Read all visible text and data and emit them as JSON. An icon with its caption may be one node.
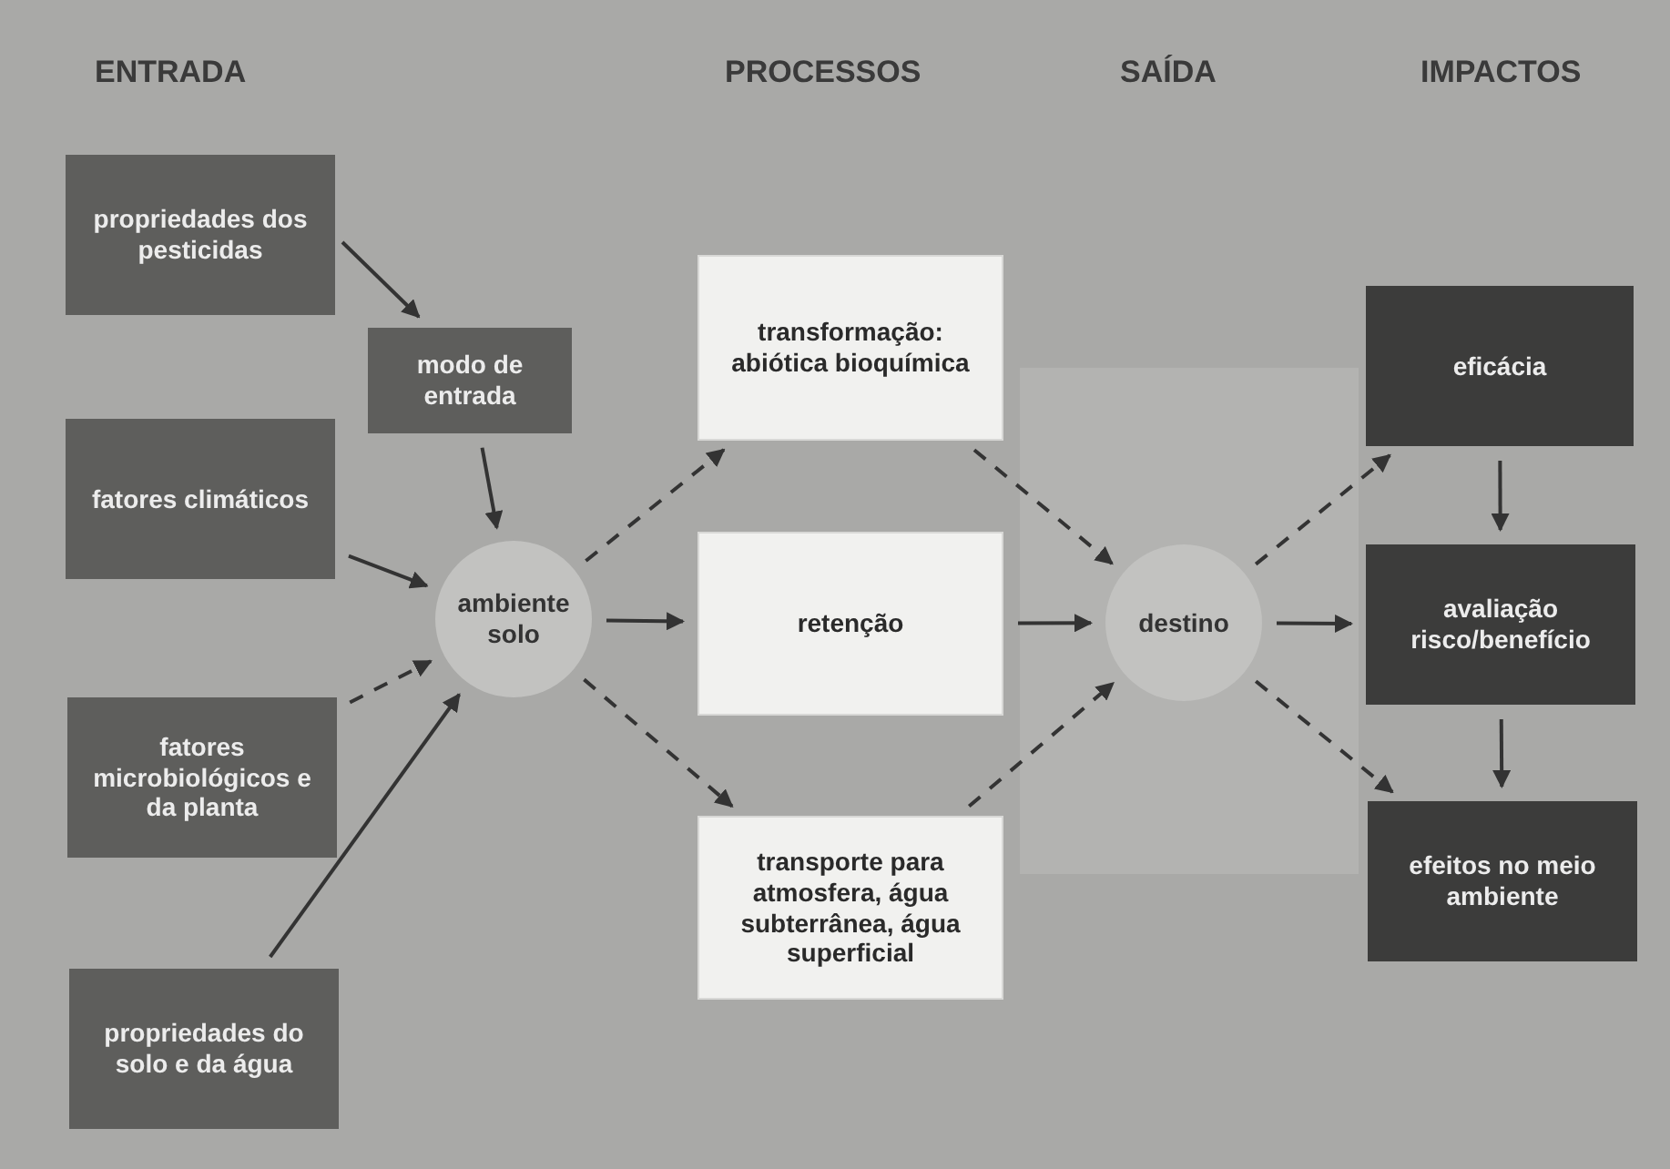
{
  "diagram": {
    "nodes": [
      {
        "text": [
          "propriedades dos pesticidas"
        ]
      },
      {
        "text": [
          "modo de entrada"
        ]
      },
      {
        "text": [
          "fatores climáticos"
        ]
      },
      {
        "text": [
          "ambiente solo"
        ]
      },
      {
        "text": [
          "fatores microbiológicos e da planta"
        ]
      },
      {
        "text": [
          "propriedades do solo e da água"
        ]
      },
      {
        "text": [
          "transformação: abiótica bioquímica"
        ]
      },
      {
        "text": [
          "retenção"
        ]
      },
      {
        "text": [
          "transporte para atmosfera, água subterrânea, água superficial"
        ]
      },
      {
        "text": [
          "destino"
        ]
      },
      {
        "text": [
          "eficácia"
        ]
      },
      {
        "text": [
          "avaliação risco/benefício"
        ]
      },
      {
        "text": [
          "efeitos no meio ambiente"
        ]
      }
    ],
    "edges": [
      {
        "from": 0,
        "to": 1,
        "arrow": "to"
      },
      {
        "from": 1,
        "to": 3,
        "arrow": "to"
      },
      {
        "from": 2,
        "to": 3,
        "arrow": "to"
      },
      {
        "from": 4,
        "to": 3,
        "arrow": "to",
        "style": "dashed"
      },
      {
        "from": 5,
        "to": 3,
        "arrow": "to"
      },
      {
        "from": 3,
        "to": 6,
        "arrow": "to",
        "style": "dashed"
      },
      {
        "from": 3,
        "to": 7,
        "arrow": "to"
      },
      {
        "from": 3,
        "to": 8,
        "arrow": "to",
        "style": "dashed"
      },
      {
        "from": 6,
        "to": 9,
        "arrow": "to",
        "style": "dashed"
      },
      {
        "from": 7,
        "to": 9,
        "arrow": "to"
      },
      {
        "from": 8,
        "to": 9,
        "arrow": "to",
        "style": "dashed"
      },
      {
        "from": 9,
        "to": 10,
        "arrow": "to",
        "style": "dashed"
      },
      {
        "from": 9,
        "to": 11,
        "arrow": "to"
      },
      {
        "from": 9,
        "to": 12,
        "arrow": "to",
        "style": "dashed"
      },
      {
        "from": 10,
        "to": 11,
        "arrow": "to"
      },
      {
        "from": 11,
        "to": 12,
        "arrow": "to"
      }
    ],
    "labels": [
      "ENTRADA",
      "PROCESSOS",
      "SAÍDA",
      "IMPACTOS"
    ]
  }
}
